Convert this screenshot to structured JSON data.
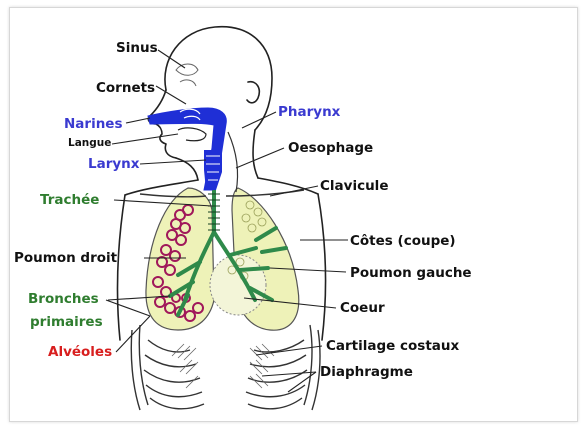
{
  "labels": {
    "sinus": "Sinus",
    "cornets": "Cornets",
    "narines": "Narines",
    "langue": "Langue",
    "larynx": "Larynx",
    "trachee": "Trachée",
    "poumon_droit": "Poumon droit",
    "bronches_line1": "Bronches",
    "bronches_line2": "primaires",
    "alveoles": "Alvéoles",
    "pharynx": "Pharynx",
    "oesophage": "Oesophage",
    "clavicule": "Clavicule",
    "cotes": "Côtes (coupe)",
    "poumon_gauche": "Poumon gauche",
    "coeur": "Coeur",
    "cartilage": "Cartilage costaux",
    "diaphragme": "Diaphragme"
  },
  "colors": {
    "black_label": "#111111",
    "blue_label": "#3a3ad0",
    "green_label": "#2f7d2f",
    "red_label": "#d81e1e",
    "airway_blue": "#1f2fd6",
    "lung_fill": "#eef2b8",
    "bronchi_green": "#2f8a4a",
    "alveoli_red": "#a0185a"
  }
}
